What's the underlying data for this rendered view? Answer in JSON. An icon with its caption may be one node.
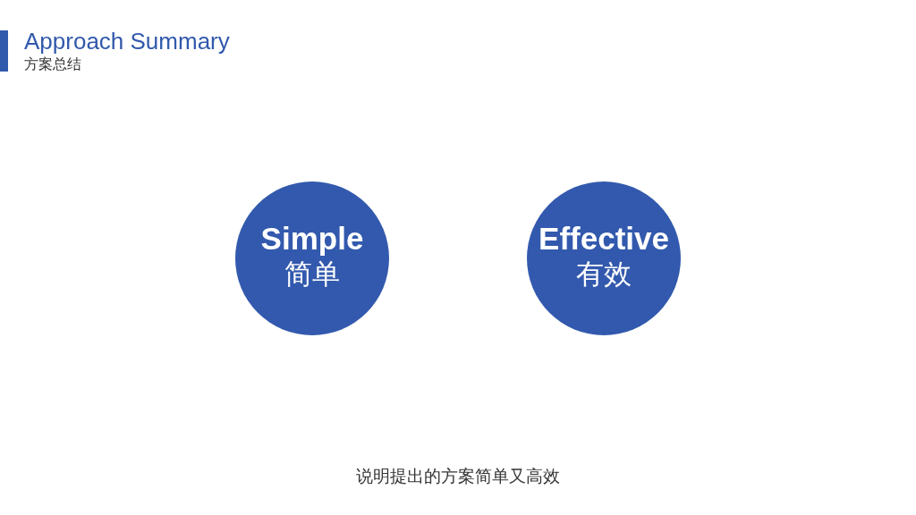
{
  "diagram": {
    "title": "Approach Summary",
    "labels": [
      "方案总结"
    ],
    "nodes": [
      {
        "text": [
          "Simple",
          "简单"
        ]
      },
      {
        "text": [
          "Effective",
          "有效"
        ]
      }
    ],
    "caption": "说明提出的方案简单又高效"
  }
}
